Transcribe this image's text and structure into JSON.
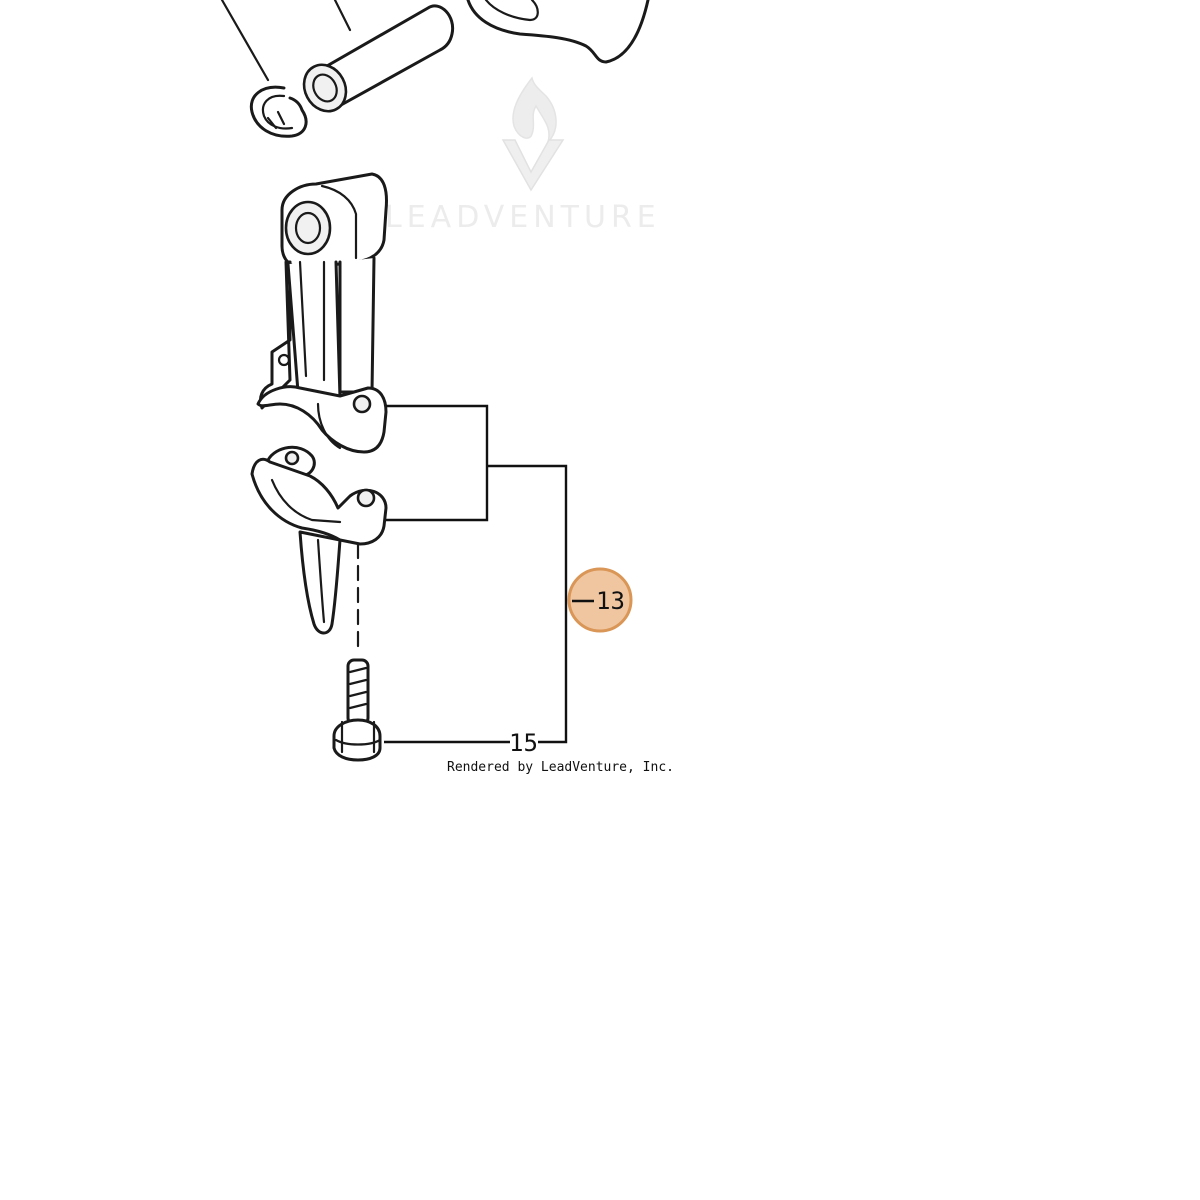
{
  "watermark": {
    "text": "LEADVENTURE"
  },
  "callouts": [
    {
      "id": "13",
      "label": "13",
      "highlighted": true
    },
    {
      "id": "15",
      "label": "15",
      "highlighted": false
    }
  ],
  "credit": "Rendered by LeadVenture, Inc.",
  "colors": {
    "highlight_fill": "#f0c6a0",
    "highlight_stroke": "#d99656",
    "line": "#1a1a1a",
    "watermark": "#ececec"
  }
}
